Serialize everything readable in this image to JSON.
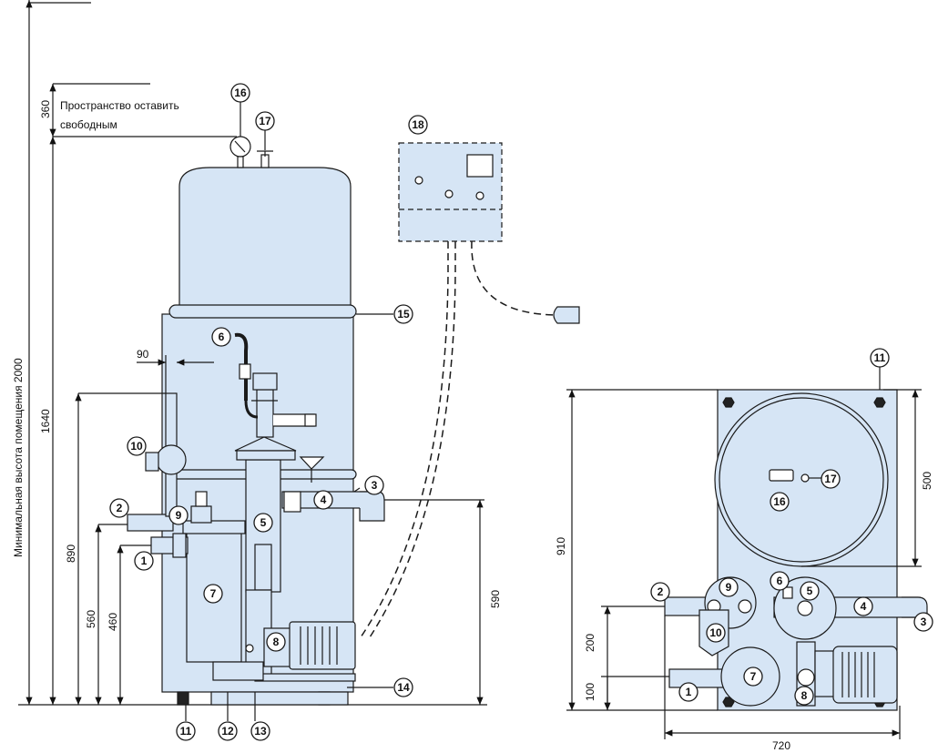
{
  "note": {
    "line1": "Пространство оставить",
    "line2": "свободным"
  },
  "min_height_label": "Минимальная высота помещения 2000",
  "side_view": {
    "dims": [
      "360",
      "1640",
      "90",
      "890",
      "560",
      "460",
      "590"
    ],
    "callouts": [
      "16",
      "17",
      "18",
      "15",
      "6",
      "10",
      "3",
      "4",
      "2",
      "9",
      "5",
      "1",
      "7",
      "8",
      "14",
      "11",
      "12",
      "13"
    ]
  },
  "top_view": {
    "dims": [
      "910",
      "500",
      "200",
      "100",
      "720"
    ],
    "callouts": [
      "11",
      "17",
      "16",
      "9",
      "6",
      "5",
      "2",
      "4",
      "10",
      "3",
      "7",
      "1",
      "8"
    ]
  },
  "colors": {
    "body": "#d6e5f5",
    "line": "#1a1a1a",
    "white": "#ffffff"
  }
}
